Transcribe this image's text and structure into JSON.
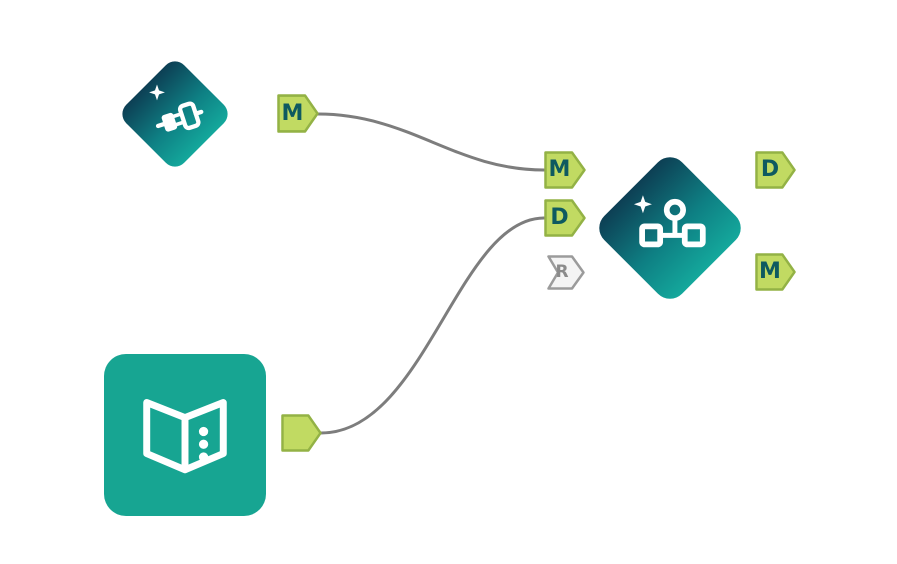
{
  "canvas": {
    "type": "workflow-canvas"
  },
  "colors": {
    "canvas_bg": "#ffffff",
    "wire": "#7d7d7d",
    "node_dark": "#0d3f54",
    "node_mid": "#0e7f83",
    "node_light": "#14a89c",
    "book_teal": "#17a592",
    "anchor_fill": "#c1da62",
    "anchor_stroke": "#93b245",
    "anchor_text": "#0e5a60",
    "anchor_off_fill": "#f4f4f4",
    "anchor_off_stroke": "#9b9b9b",
    "anchor_off_text": "#8b8b8b",
    "icon": "#ffffff"
  },
  "nodes": {
    "connect": {
      "icon": "plug-connection-icon"
    },
    "process": {
      "icon": "flowchart-process-icon"
    },
    "lookup": {
      "icon": "open-book-icon"
    }
  },
  "anchors": {
    "connect_out_m": {
      "label": "M"
    },
    "lookup_out": {
      "label": ""
    },
    "process_in_m": {
      "label": "M"
    },
    "process_in_d": {
      "label": "D"
    },
    "process_in_r": {
      "label": "R"
    },
    "process_out_d": {
      "label": "D"
    },
    "process_out_m": {
      "label": "M"
    }
  }
}
